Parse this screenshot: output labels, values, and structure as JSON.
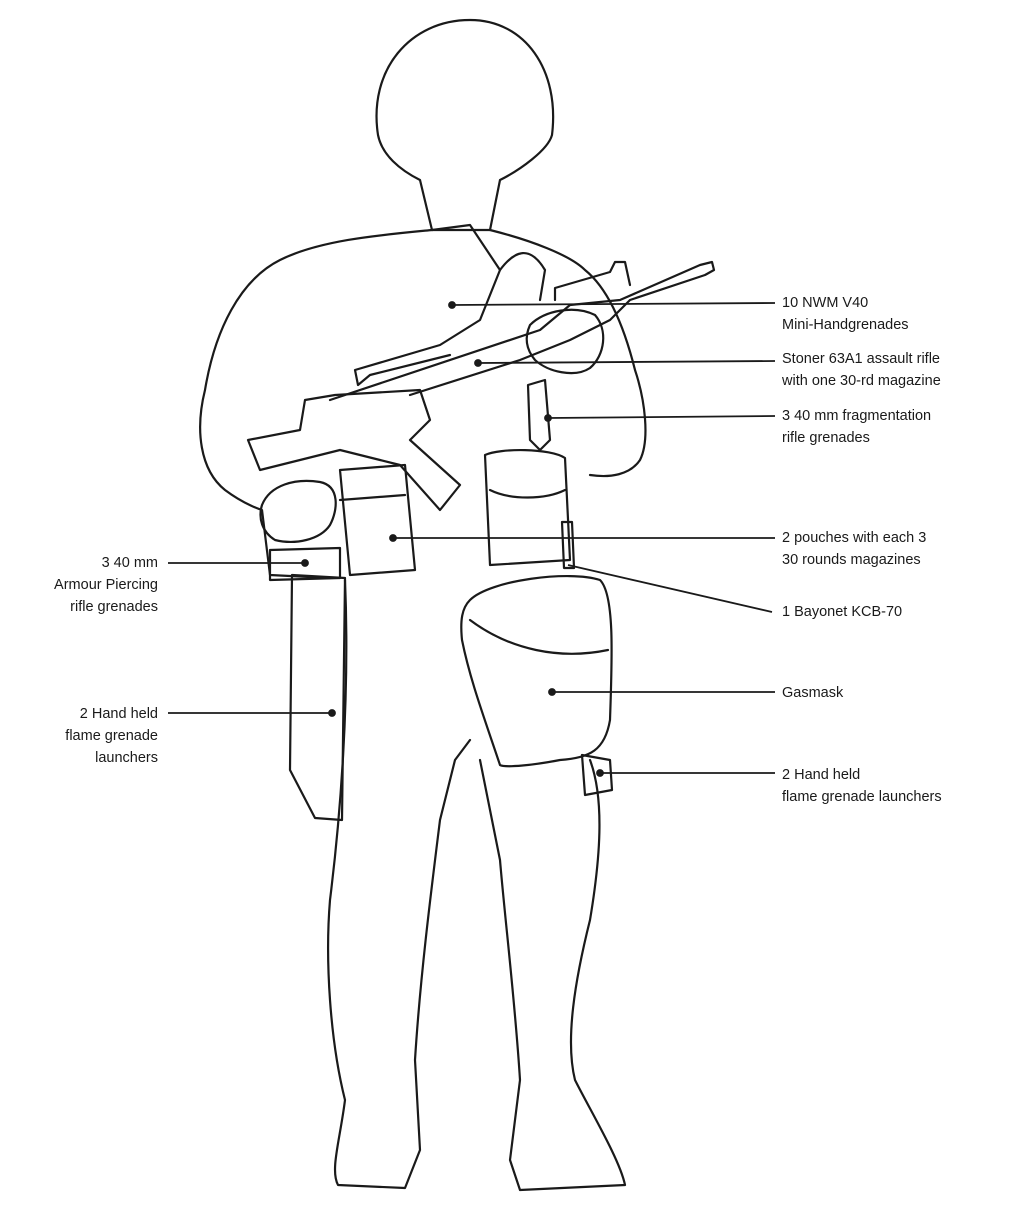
{
  "colors": {
    "ink": "#1a1a1a",
    "paper": "#ffffff"
  },
  "labels": {
    "handgrenades": {
      "line1": "10 NWM V40",
      "line2": "Mini-Handgrenades"
    },
    "rifle": {
      "line1": "Stoner 63A1 assault  rifle",
      "line2": "with one 30-rd magazine"
    },
    "frag": {
      "line1": "3  40 mm  fragmentation",
      "line2": "rifle grenades"
    },
    "pouches": {
      "line1": "2 pouches with each 3",
      "line2": "30 rounds magazines"
    },
    "bayonet": {
      "line1": "1  Bayonet KCB-70"
    },
    "gasmask": {
      "line1": "Gasmask"
    },
    "launchers_right": {
      "line1": "2  Hand held",
      "line2": "flame grenade launchers"
    },
    "ap": {
      "line1": "3  40 mm",
      "line2": "Armour Piercing",
      "line3": "rifle grenades"
    },
    "launchers_left": {
      "line1": "2  Hand held",
      "line2": "flame grenade",
      "line3": "launchers"
    }
  }
}
